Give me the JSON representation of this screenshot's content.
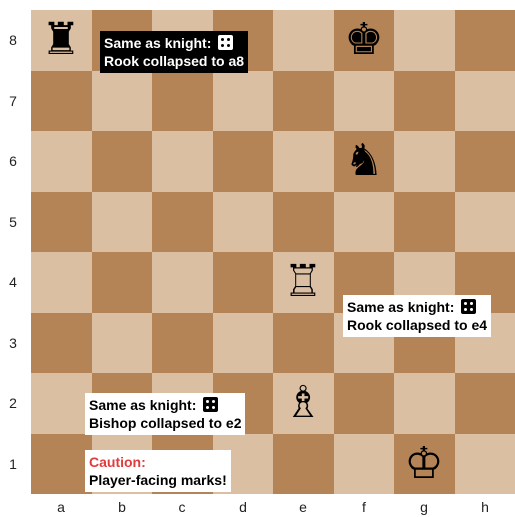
{
  "board": {
    "files": [
      "a",
      "b",
      "c",
      "d",
      "e",
      "f",
      "g",
      "h"
    ],
    "ranks": [
      "8",
      "7",
      "6",
      "5",
      "4",
      "3",
      "2",
      "1"
    ],
    "colors": {
      "light": "#dbbfa3",
      "dark": "#b48456"
    },
    "pieces": [
      {
        "square": "a8",
        "piece": "black-rook",
        "glyph": "♜"
      },
      {
        "square": "f8",
        "piece": "black-king",
        "glyph": "♚"
      },
      {
        "square": "f6",
        "piece": "black-knight",
        "glyph": "♞"
      },
      {
        "square": "e4",
        "piece": "white-rook",
        "glyph": "♖"
      },
      {
        "square": "e2",
        "piece": "white-bishop",
        "glyph": "♗"
      },
      {
        "square": "g1",
        "piece": "white-king",
        "glyph": "♔"
      }
    ]
  },
  "notes": {
    "a8_note": {
      "line1": "Same as knight:",
      "line2": "Rook collapsed to a8",
      "die_icon": "dice-four-icon"
    },
    "e4_note": {
      "line1": "Same as knight:",
      "line2": "Rook collapsed to e4",
      "die_icon": "dice-four-icon"
    },
    "e2_note": {
      "line1": "Same as knight:",
      "line2": "Bishop collapsed to e2",
      "die_icon": "dice-four-icon"
    },
    "caution_note": {
      "line1": "Caution:",
      "line2": "Player-facing marks!",
      "caution_color": "#e03c3c"
    }
  }
}
